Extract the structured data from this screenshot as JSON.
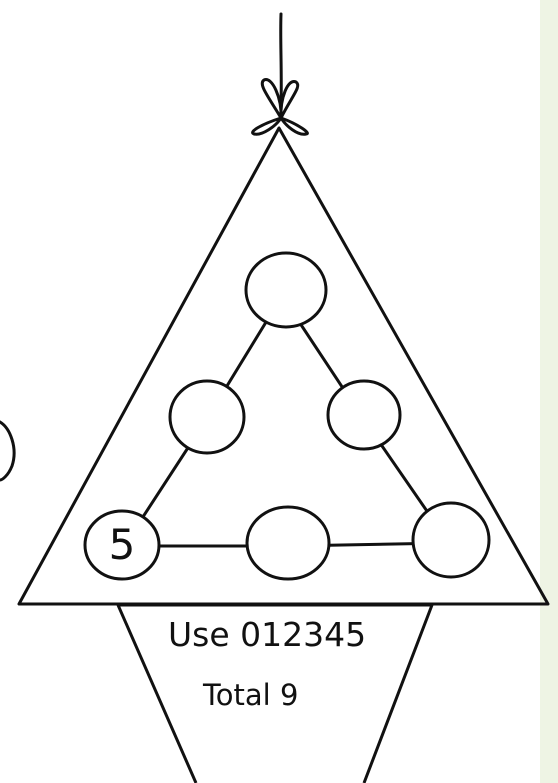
{
  "puzzle": {
    "given_circle_value": "5",
    "instruction_use": "Use 012345",
    "instruction_total": "Total 9",
    "circles": [
      {
        "id": "top",
        "value": ""
      },
      {
        "id": "mid-left",
        "value": ""
      },
      {
        "id": "mid-right",
        "value": ""
      },
      {
        "id": "bottom-left",
        "value": "5"
      },
      {
        "id": "bottom-middle",
        "value": ""
      },
      {
        "id": "bottom-right",
        "value": ""
      }
    ]
  },
  "colors": {
    "ink": "#111111",
    "paper": "#ffffff",
    "side_strip": "#eef4e4"
  }
}
